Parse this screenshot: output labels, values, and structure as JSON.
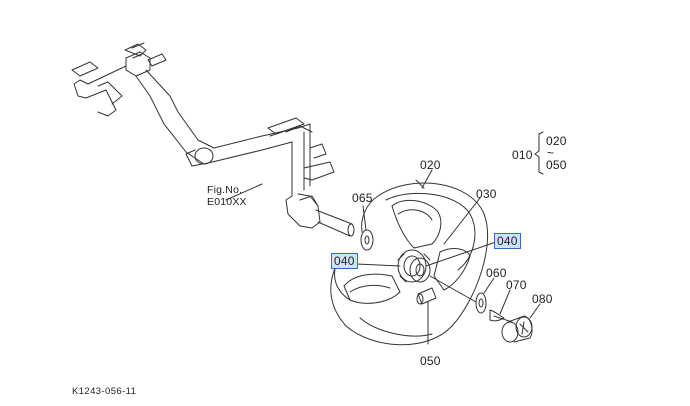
{
  "callouts": {
    "p010": "010",
    "p020": "020",
    "p030": "030",
    "p040_right": "040",
    "p040_left": "040",
    "p050": "050",
    "p060": "060",
    "p065": "065",
    "p070": "070",
    "p080": "080"
  },
  "legend": {
    "main": "010",
    "range_from": "020",
    "range_sep": "~",
    "range_to": "050"
  },
  "fig_ref": {
    "line1": "Fig.No.",
    "line2": "E010XX"
  },
  "footer_code": "K1243-056-11",
  "colors": {
    "line": "#333333",
    "highlight_fill": "#cfe3f7",
    "highlight_border": "#2a6fc9"
  }
}
